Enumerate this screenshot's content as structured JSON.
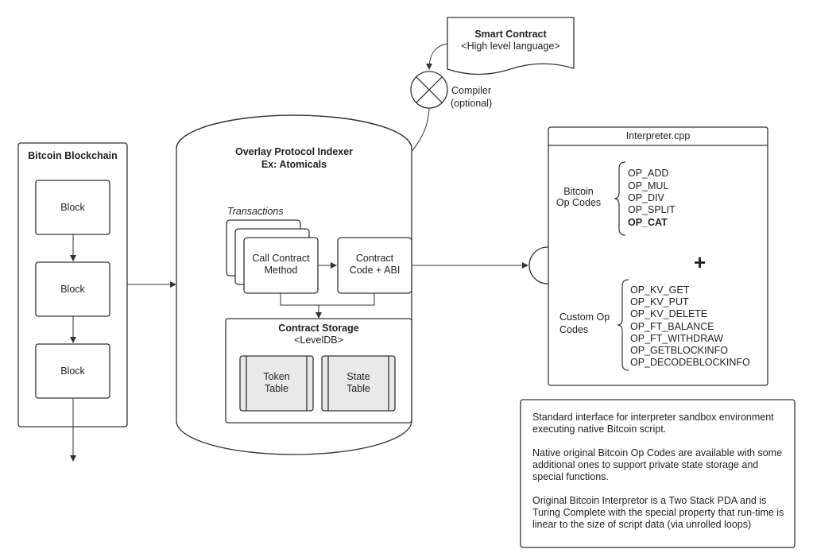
{
  "blockchain": {
    "title": "Bitcoin Blockchain",
    "blocks": [
      "Block",
      "Block",
      "Block"
    ]
  },
  "smart_contract": {
    "title": "Smart Contract",
    "subtitle": "<High level language>"
  },
  "compiler": {
    "label_line1": "Compiler",
    "label_line2": "(optional)"
  },
  "indexer": {
    "title_line1": "Overlay Protocol Indexer",
    "title_line2": "Ex: Atomicals",
    "transactions_label": "Transactions",
    "call_method_line1": "Call Contract",
    "call_method_line2": "Method",
    "contract_code_line1": "Contract",
    "contract_code_line2": "Code + ABI",
    "storage_title": "Contract Storage",
    "storage_subtitle": "<LevelDB>",
    "token_table_line1": "Token",
    "token_table_line2": "Table",
    "state_table_line1": "State",
    "state_table_line2": "Table"
  },
  "interpreter": {
    "title": "Interpreter.cpp",
    "bitcoin_label_line1": "Bitcoin",
    "bitcoin_label_line2": "Op Codes",
    "bitcoin_ops": [
      "OP_ADD",
      "OP_MUL",
      "OP_DIV",
      "OP_SPLIT",
      "OP_CAT"
    ],
    "plus": "+",
    "custom_label_line1": "Custom Op",
    "custom_label_line2": "Codes",
    "custom_ops": [
      "OP_KV_GET",
      "OP_KV_PUT",
      "OP_KV_DELETE",
      "OP_FT_BALANCE",
      "OP_FT_WITHDRAW",
      "OP_GETBLOCKINFO",
      "OP_DECODEBLOCKINFO"
    ]
  },
  "note": {
    "paragraph1": "Standard interface for interpreter sandbox environment executing native Bitcoin script.",
    "paragraph2": "Native original Bitcoin Op Codes are available with some additional ones to support private state storage and special functions.",
    "paragraph3": "Original Bitcoin Interpretor is a Two Stack PDA and is Turing Complete with the special property that run-time is linear to the size of script data (via unrolled loops)"
  }
}
